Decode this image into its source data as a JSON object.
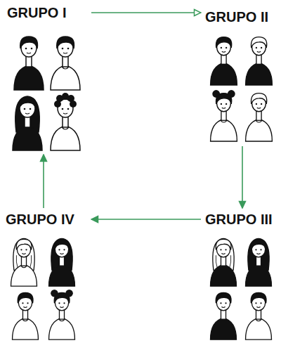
{
  "diagram": {
    "nodes": [
      {
        "text": [
          "GRUPO I"
        ]
      },
      {
        "text": [
          "GRUPO II"
        ]
      },
      {
        "text": [
          "GRUPO III"
        ]
      },
      {
        "text": [
          "GRUPO IV"
        ]
      }
    ],
    "edges": [
      {
        "from": 0,
        "to": 1,
        "arrow": "to"
      },
      {
        "from": 1,
        "to": 2,
        "arrow": "to"
      },
      {
        "from": 2,
        "to": 3,
        "arrow": "to"
      },
      {
        "from": 3,
        "to": 0,
        "arrow": "to"
      }
    ]
  }
}
